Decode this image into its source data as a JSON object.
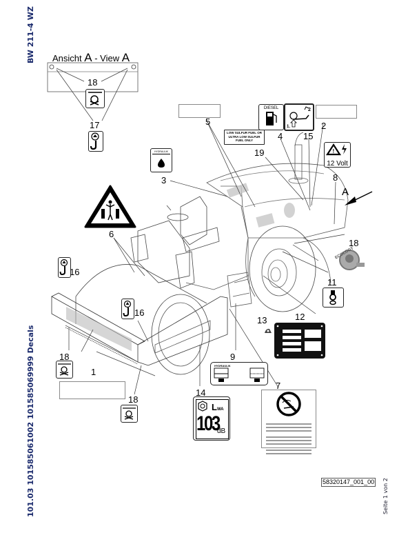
{
  "header": {
    "model": "BW 211-4 WZ",
    "document_ref": "101.03 101585061002 101585069999 Decals"
  },
  "view_a": {
    "title_prefix": "Ansicht",
    "title_letter_1": "A",
    "title_sep": " - View ",
    "title_letter_2": "A"
  },
  "callouts": [
    {
      "id": "1",
      "label": "1"
    },
    {
      "id": "2",
      "label": "2"
    },
    {
      "id": "3",
      "label": "3"
    },
    {
      "id": "4",
      "label": "4"
    },
    {
      "id": "5",
      "label": "5"
    },
    {
      "id": "6",
      "label": "6"
    },
    {
      "id": "7",
      "label": "7"
    },
    {
      "id": "8",
      "label": "8"
    },
    {
      "id": "9",
      "label": "9"
    },
    {
      "id": "11",
      "label": "11"
    },
    {
      "id": "12",
      "label": "12"
    },
    {
      "id": "13",
      "label": "13"
    },
    {
      "id": "14",
      "label": "14"
    },
    {
      "id": "15",
      "label": "15"
    },
    {
      "id": "16",
      "label": "16"
    },
    {
      "id": "17",
      "label": "17"
    },
    {
      "id": "18",
      "label": "18"
    },
    {
      "id": "19",
      "label": "19"
    }
  ],
  "view_marker": "A",
  "decals": {
    "diesel": "DIESEL",
    "fuel_notice_lines": [
      "LOW SULFUR FUEL OR",
      "ULTRA LOW SULFUR",
      "FUEL ONLY"
    ],
    "hydraulik": "HYDRAULIK",
    "voltage": "12 Volt",
    "lwa_label": "L",
    "lwa_sub": "WA",
    "sound_value": "103",
    "sound_unit": "dB",
    "ecology": "ECOLOGY",
    "step_numbers": [
      "1.",
      "2"
    ]
  },
  "footer": {
    "drawing_number": "58320147_001_00",
    "page": "Seite 1 von 2"
  },
  "icons": [
    "hook-lift-icon",
    "tie-down-icon",
    "crush-hazard-icon",
    "diesel-pump-icon",
    "hydraulic-oil-icon",
    "electric-warning-icon",
    "key-icon",
    "no-spray-icon",
    "sound-power-icon",
    "ecology-icon",
    "lever-icon"
  ]
}
